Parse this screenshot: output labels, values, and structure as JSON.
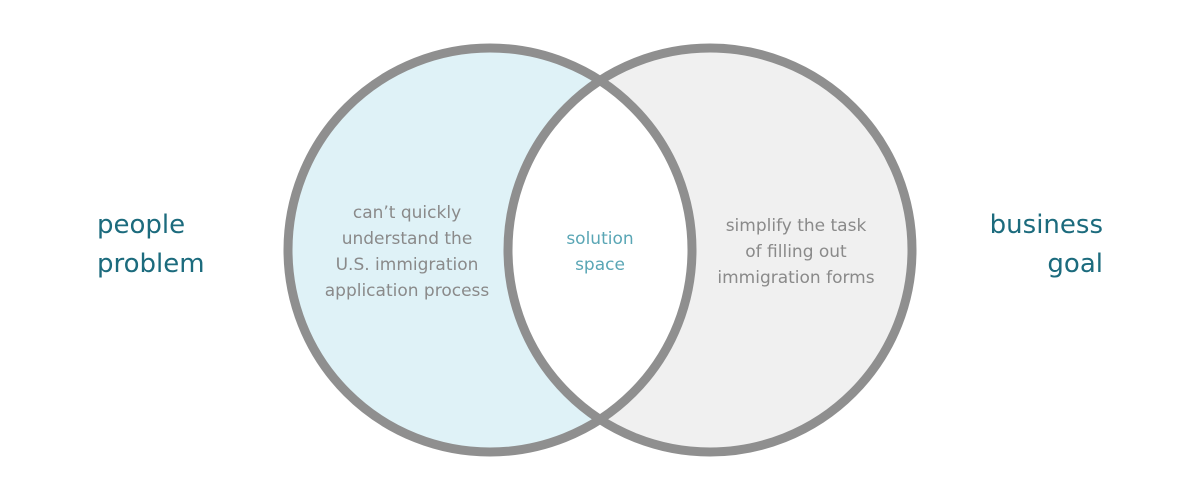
{
  "labels": {
    "left": [
      "people",
      "problem"
    ],
    "right": [
      "business",
      "goal"
    ]
  },
  "circles": {
    "left_text": [
      "can’t quickly",
      "understand the",
      "U.S. immigration",
      "application process"
    ],
    "center_text": [
      "solution",
      "space"
    ],
    "right_text": [
      "simplify the task",
      "of filling out",
      "immigration forms"
    ]
  },
  "colors": {
    "left_fill": "#dff2f7",
    "right_fill": "#f0f0f0",
    "overlap_fill": "#ffffff",
    "outline": "#8f8f8f",
    "label_teal": "#1c6b7d",
    "center_text_teal": "#5aa6b5",
    "body_text_gray": "#8a8a8a"
  }
}
